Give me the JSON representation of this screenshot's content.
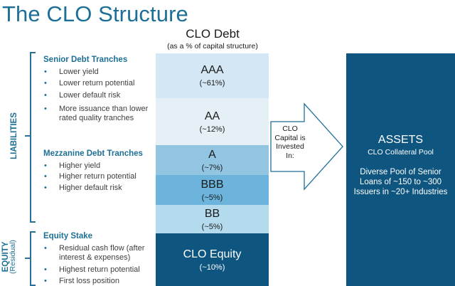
{
  "title": "The CLO Structure",
  "debt_header": "CLO Debt",
  "debt_subheader": "(as a % of capital structure)",
  "labels": {
    "liabilities": "LIABILITIES",
    "equity": "EQUITY",
    "residual": "(Residual)"
  },
  "senior": {
    "title": "Senior Debt Tranches",
    "bullets": [
      "Lower yield",
      "Lower return potential",
      "Lower default risk",
      "More issuance than lower",
      "rated quality tranches"
    ]
  },
  "mezzanine": {
    "title": "Mezzanine Debt Tranches",
    "bullets": [
      "Higher yield",
      "Higher return potential",
      "Higher default risk"
    ]
  },
  "equity_stake": {
    "title": "Equity Stake",
    "bullets": [
      "Residual cash flow (after",
      "interest & expenses)",
      "Highest return potential",
      "First loss position"
    ]
  },
  "tranches": [
    {
      "name": "AAA",
      "pct": "(~61%)",
      "color": "#d3e8f4"
    },
    {
      "name": "AA",
      "pct": "(~12%)",
      "color": "#e4eff6"
    },
    {
      "name": "A",
      "pct": "(~7%)",
      "color": "#92c5e2"
    },
    {
      "name": "BBB",
      "pct": "(~5%)",
      "color": "#6cb4dc"
    },
    {
      "name": "BB",
      "pct": "(~5%)",
      "color": "#b4daee"
    },
    {
      "name": "CLO Equity",
      "pct": "(~10%)",
      "color": "#0e5580"
    }
  ],
  "arrow_text": [
    "CLO",
    "Capital is",
    "Invested",
    "In:"
  ],
  "assets": {
    "title": "ASSETS",
    "subtitle": "CLO Collateral Pool",
    "desc": [
      "Diverse Pool of Senior",
      "Loans of ~150 to ~300",
      "Issuers in ~20+ Industries"
    ]
  },
  "colors": {
    "accent": "#1d6f96",
    "assets_bg": "#0e5580"
  }
}
